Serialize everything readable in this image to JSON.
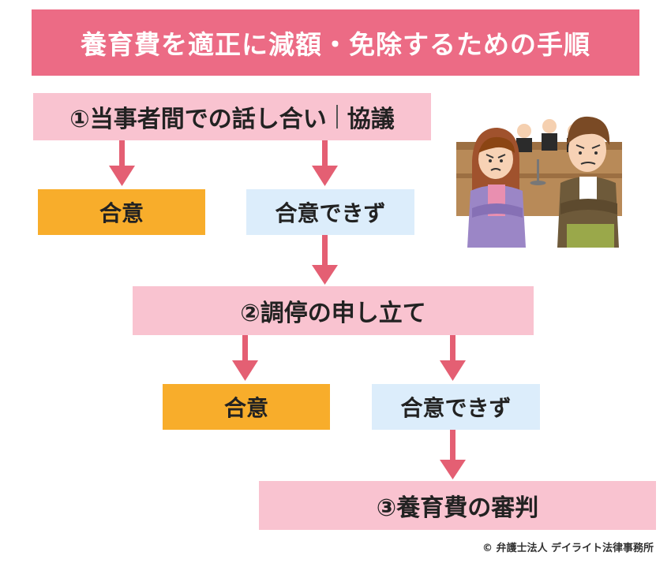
{
  "title": "養育費を適正に減額・免除するための手順",
  "step1": {
    "left": "①当事者間での話し合い",
    "right": "協議"
  },
  "step1_result": {
    "agree": "合意",
    "no_agree": "合意できず"
  },
  "step2": {
    "label": "②調停の申し立て"
  },
  "step2_result": {
    "agree": "合意",
    "no_agree": "合意できず"
  },
  "step3": {
    "label": "③養育費の審判"
  },
  "copyright": "© 弁護士法人 デイライト法律事務所",
  "colors": {
    "title_bg": "#ec6b85",
    "step_bg": "#f9c3d0",
    "agree_bg": "#f8ad2b",
    "no_agree_bg": "#dcedfb",
    "arrow": "#e45f73"
  },
  "illustration": "courtroom-couple-illustration"
}
